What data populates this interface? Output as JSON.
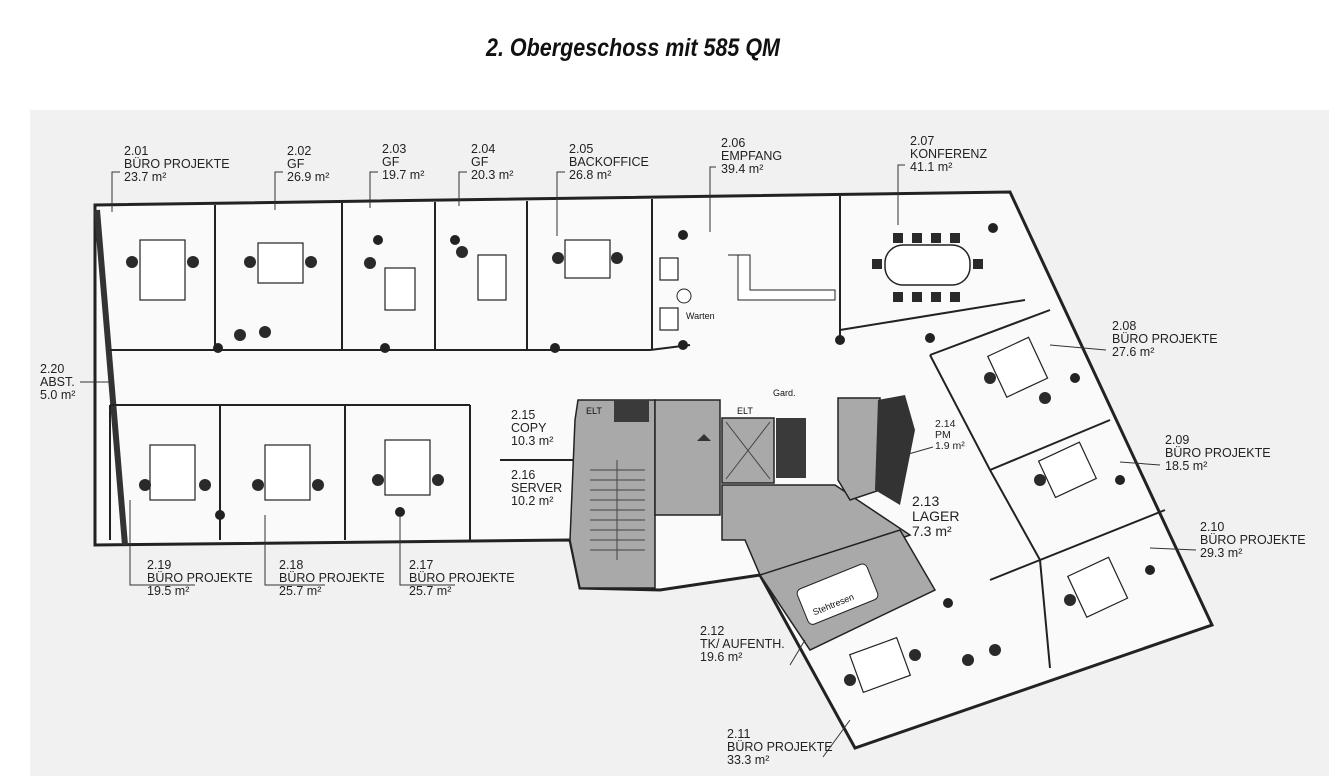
{
  "title": "2. Obergeschoss mit 585 QM",
  "rooms": [
    {
      "number": "2.01",
      "name": "BÜRO PROJEKTE",
      "area": "23.7 m²"
    },
    {
      "number": "2.02",
      "name": "GF",
      "area": "26.9 m²"
    },
    {
      "number": "2.03",
      "name": "GF",
      "area": "19.7 m²"
    },
    {
      "number": "2.04",
      "name": "GF",
      "area": "20.3 m²"
    },
    {
      "number": "2.05",
      "name": "BACKOFFICE",
      "area": "26.8 m²"
    },
    {
      "number": "2.06",
      "name": "EMPFANG",
      "area": "39.4 m²"
    },
    {
      "number": "2.07",
      "name": "KONFERENZ",
      "area": "41.1 m²"
    },
    {
      "number": "2.08",
      "name": "BÜRO PROJEKTE",
      "area": "27.6 m²"
    },
    {
      "number": "2.09",
      "name": "BÜRO PROJEKTE",
      "area": "18.5 m²"
    },
    {
      "number": "2.10",
      "name": "BÜRO PROJEKTE",
      "area": "29.3 m²"
    },
    {
      "number": "2.11",
      "name": "BÜRO PROJEKTE",
      "area": "33.3 m²"
    },
    {
      "number": "2.12",
      "name": "TK/ AUFENTH.",
      "area": "19.6 m²"
    },
    {
      "number": "2.13",
      "name": "LAGER",
      "area": "7.3 m²"
    },
    {
      "number": "2.14",
      "name": "PM",
      "area": "1.9 m²"
    },
    {
      "number": "2.15",
      "name": "COPY",
      "area": "10.3 m²"
    },
    {
      "number": "2.16",
      "name": "SERVER",
      "area": "10.2 m²"
    },
    {
      "number": "2.17",
      "name": "BÜRO PROJEKTE",
      "area": "25.7 m²"
    },
    {
      "number": "2.18",
      "name": "BÜRO PROJEKTE",
      "area": "25.7 m²"
    },
    {
      "number": "2.19",
      "name": "BÜRO PROJEKTE",
      "area": "19.5 m²"
    },
    {
      "number": "2.20",
      "name": "ABST.",
      "area": "5.0 m²"
    }
  ],
  "annotations": {
    "warten": "Warten",
    "gard": "Gard.",
    "elt1": "ELT",
    "elt2": "ELT",
    "stehtresen": "Stehtresen"
  }
}
